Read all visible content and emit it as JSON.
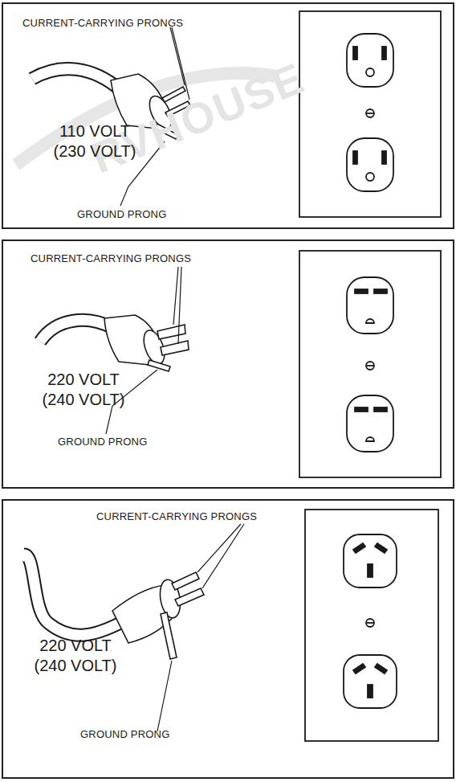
{
  "diagram": {
    "nodes": [
      {
        "text": [
          "CURRENT-CARRYING PRONGS",
          "110 VOLT (230 VOLT)",
          "GROUND PRONG"
        ]
      },
      {
        "text": [
          "CURRENT-CARRYING PRONGS",
          "220 VOLT (240 VOLT)",
          "GROUND PRONG"
        ]
      },
      {
        "text": [
          "CURRENT-CARRYING PRONGS",
          "220 VOLT (240 VOLT)",
          "GROUND PRONG"
        ]
      }
    ],
    "labels": [
      "RVHOUSE"
    ]
  }
}
